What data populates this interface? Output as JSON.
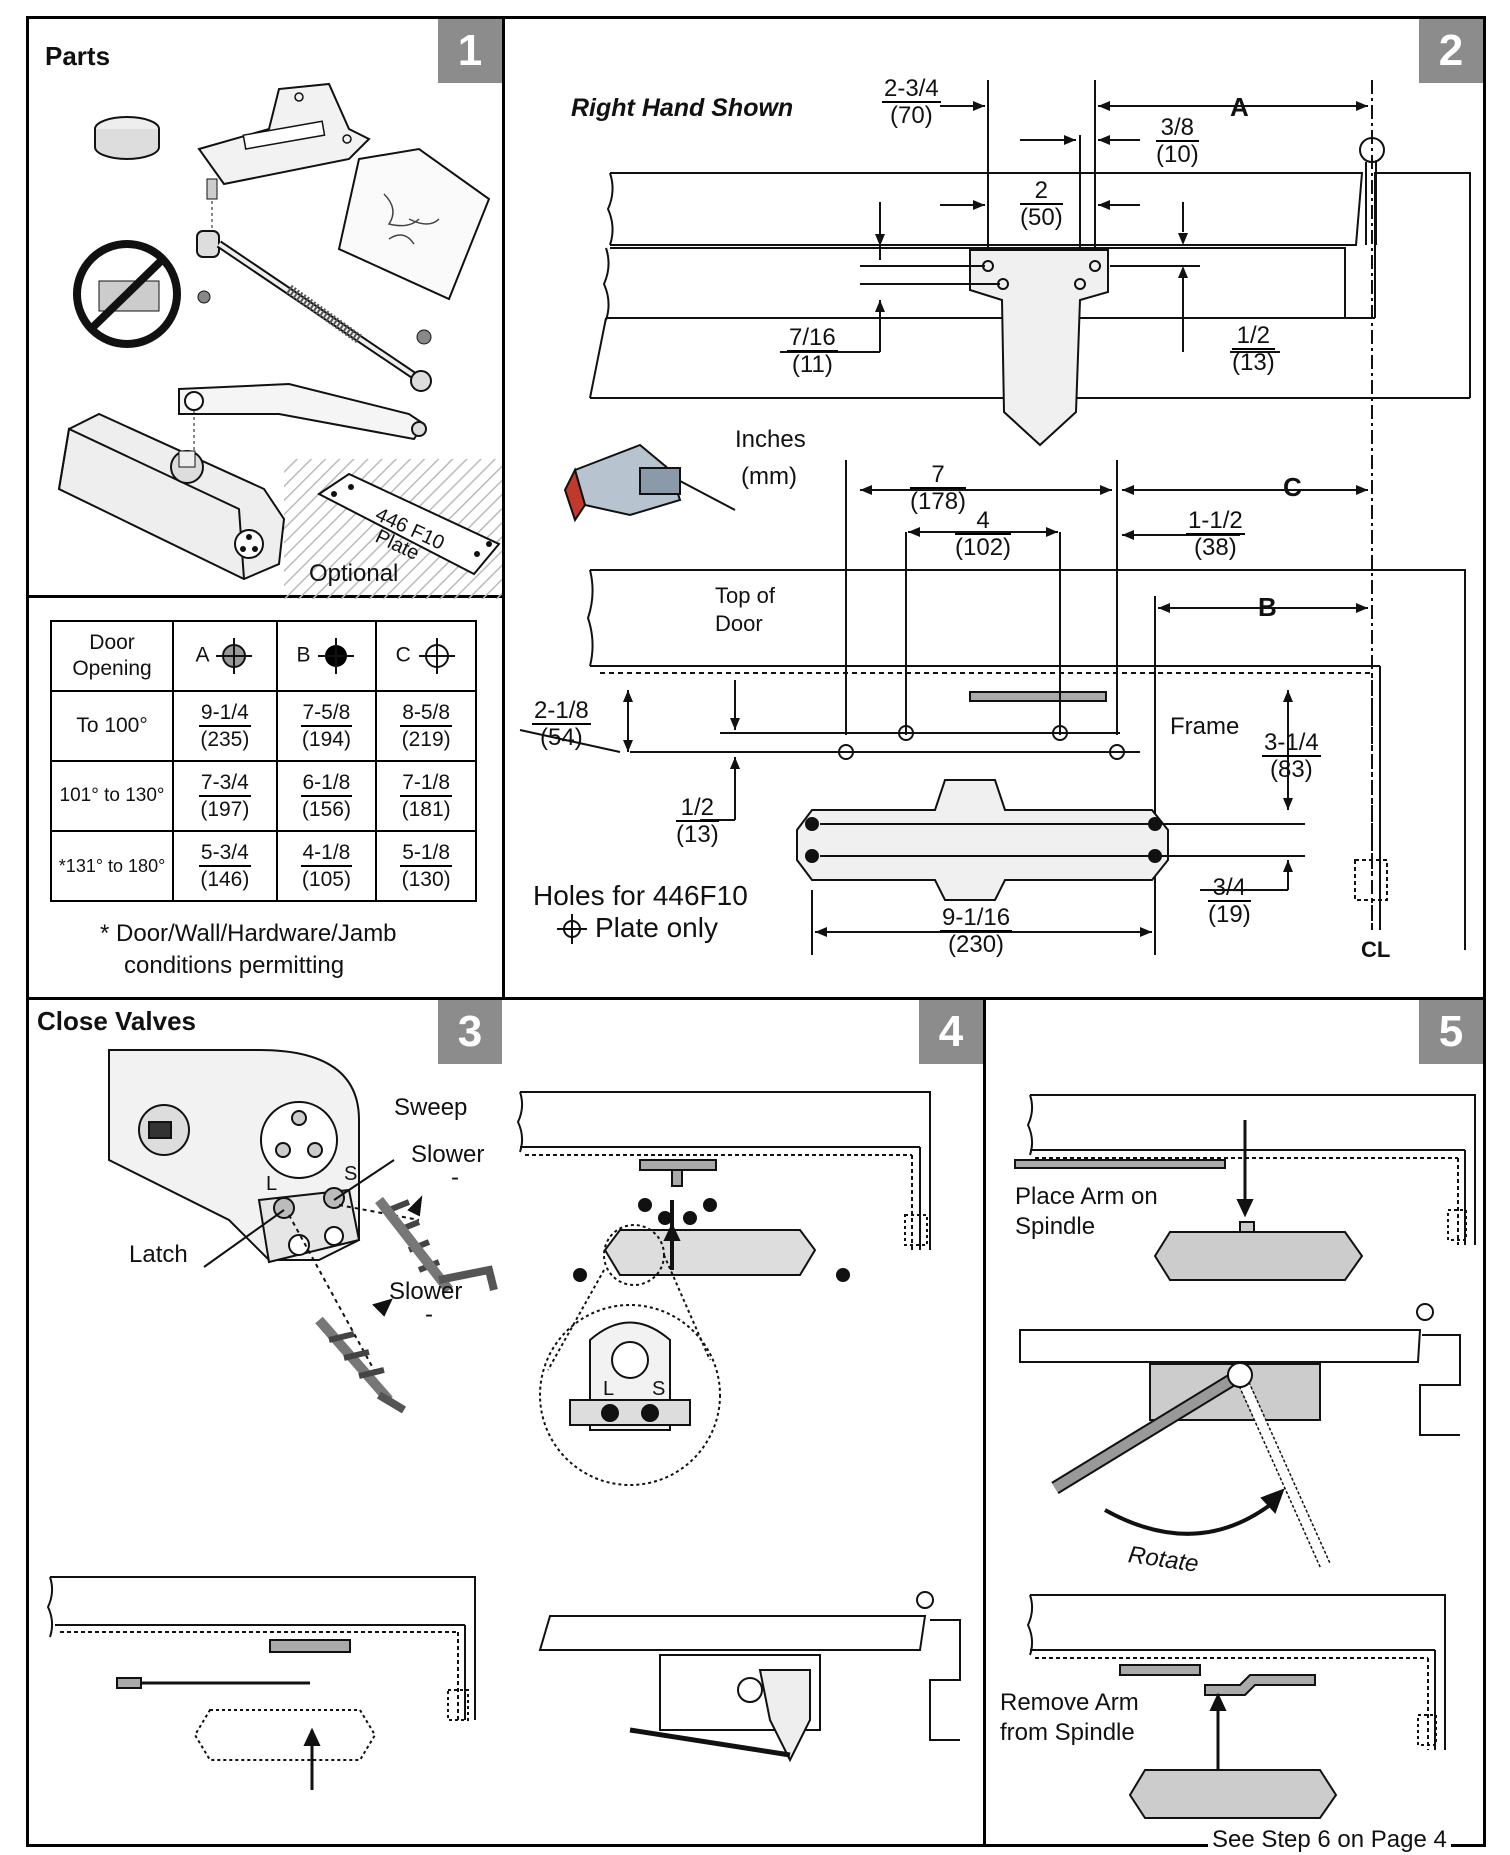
{
  "step1": {
    "number": "1",
    "title": "Parts",
    "optional_label": "Optional",
    "plate_text_1": "446 F10",
    "plate_text_2": "Plate"
  },
  "step2": {
    "number": "2",
    "right_hand": "Right Hand Shown",
    "units_1": "Inches",
    "units_2": "(mm)",
    "dims": {
      "d1": [
        "2-3/4",
        "(70)"
      ],
      "d2": [
        "3/8",
        "(10)"
      ],
      "d3": [
        "2",
        "(50)"
      ],
      "d4": [
        "7/16",
        "(11)"
      ],
      "d5": [
        "1/2",
        "(13)"
      ],
      "A": "A",
      "B": "B",
      "C": "C",
      "d6": [
        "7",
        "(178)"
      ],
      "d7": [
        "4",
        "(102)"
      ],
      "d8": [
        "1-1/2",
        "(38)"
      ],
      "d9": [
        "2-1/8",
        "(54)"
      ],
      "d10": [
        "1/2",
        "(13)"
      ],
      "d11": [
        "3-1/4",
        "(83)"
      ],
      "d12": [
        "3/4",
        "(19)"
      ],
      "d13": [
        "9-1/16",
        "(230)"
      ]
    },
    "top_of_door_1": "Top of",
    "top_of_door_2": "Door",
    "frame": "Frame",
    "holes_note_1": "Holes for 446F10",
    "holes_note_2": "Plate only",
    "cl": "CL"
  },
  "table": {
    "header": [
      "Door Opening",
      "A",
      "B",
      "C"
    ],
    "rows": [
      {
        "opening": "To 100°",
        "a": [
          "9-1/4",
          "(235)"
        ],
        "b": [
          "7-5/8",
          "(194)"
        ],
        "c": [
          "8-5/8",
          "(219)"
        ]
      },
      {
        "opening": "101° to 130°",
        "a": [
          "7-3/4",
          "(197)"
        ],
        "b": [
          "6-1/8",
          "(156)"
        ],
        "c": [
          "7-1/8",
          "(181)"
        ]
      },
      {
        "opening": "*131° to 180°",
        "a": [
          "5-3/4",
          "(146)"
        ],
        "b": [
          "4-1/8",
          "(105)"
        ],
        "c": [
          "5-1/8",
          "(130)"
        ]
      }
    ],
    "footnote_1": "* Door/Wall/Hardware/Jamb",
    "footnote_2": "conditions permitting"
  },
  "step3": {
    "number": "3",
    "title": "Close Valves",
    "sweep": "Sweep",
    "slower1": "Slower",
    "minus1": "-",
    "latch": "Latch",
    "slower2": "Slower",
    "minus2": "-",
    "l": "L",
    "s": "S"
  },
  "step4": {
    "number": "4",
    "l": "L",
    "s": "S"
  },
  "step5": {
    "number": "5",
    "place_arm_1": "Place Arm on",
    "place_arm_2": "Spindle",
    "rotate": "Rotate",
    "remove_arm_1": "Remove Arm",
    "remove_arm_2": "from Spindle"
  },
  "footer": "See Step 6 on Page 4"
}
